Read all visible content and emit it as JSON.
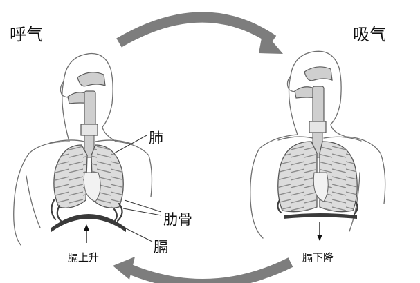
{
  "labels": {
    "exhale": "呼气",
    "inhale": "吸气",
    "lung": "肺",
    "ribs": "肋骨",
    "diaphragm": "膈",
    "diaphragm_rises": "膈上升",
    "diaphragm_falls": "膈下降"
  },
  "colors": {
    "cycle_arrow": "#7d7d7d",
    "lung_fill": "#dcdcdc",
    "outline": "#6f6f6f"
  },
  "icons": [
    "cycle-arrow-top",
    "cycle-arrow-bottom",
    "up-arrow",
    "down-arrow"
  ]
}
